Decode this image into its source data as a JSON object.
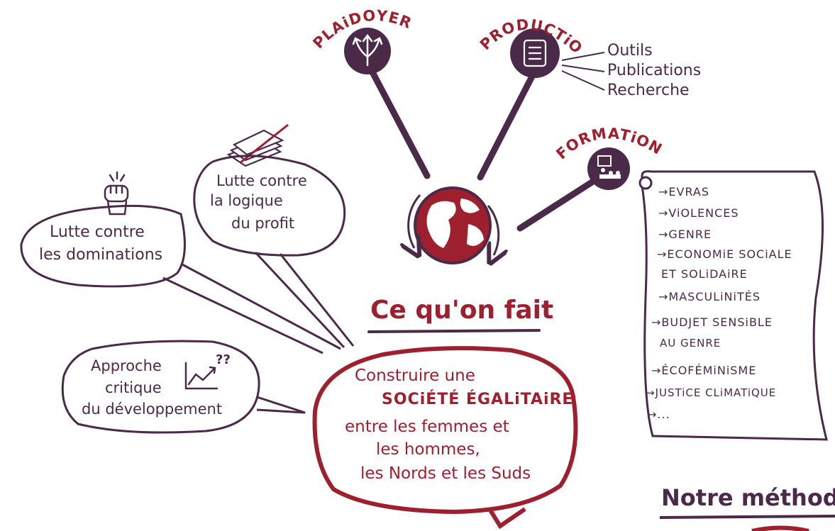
{
  "colors": {
    "dark": "#4a2a48",
    "red": "#9e1f2e",
    "background": "#ffffff"
  },
  "hubs": {
    "plaidoyer": {
      "label": "PLAiDOYER",
      "icon": "arrows-icon"
    },
    "productions": {
      "label": "PRODUCTiONS",
      "icon": "scroll-icon"
    },
    "formations": {
      "label": "FORMATiONS",
      "icon": "classroom-icon"
    }
  },
  "productions_items": [
    "Outils",
    "Publications",
    "Recherche"
  ],
  "formations_list": [
    "→EVRAS",
    "→ViOLENCES",
    "→GENRE",
    "→ECONOMiE SOCiALE",
    "ET SOLiDAiRE",
    "→MASCULiNiTÉS",
    "→BUDJET SENSiBLE",
    "AU GENRE",
    "→ÉCOFÉMiNiSME",
    "→JUSTiCE CLiMATiQUE",
    "→..."
  ],
  "bubbles": {
    "dominations": [
      "Lutte contre",
      "les dominations"
    ],
    "profit": [
      "Lutte contre",
      "la logique",
      "du profit"
    ],
    "developpement": [
      "Approche",
      "critique",
      "du développement"
    ],
    "developpement_chart_marks": "??"
  },
  "center": {
    "title": "Ce qu'on fait",
    "lines": [
      "Construire une",
      "SOCiÉTÉ ÉGALiTAiRE",
      "entre les femmes et",
      "les hommes,",
      "les Nords et les Suds"
    ]
  },
  "footer": {
    "heading": "Notre méthode"
  }
}
